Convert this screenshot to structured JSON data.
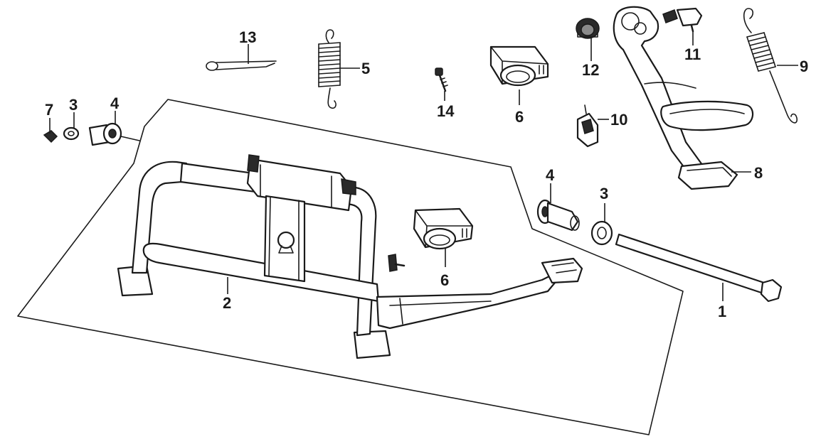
{
  "diagram": {
    "style": "exploded parts diagram",
    "colors": {
      "line": "#1a1a1a",
      "background": "#ffffff"
    },
    "callouts": [
      {
        "id": "c13",
        "label": "13"
      },
      {
        "id": "c5",
        "label": "5"
      },
      {
        "id": "c14",
        "label": "14"
      },
      {
        "id": "c6a",
        "label": "6"
      },
      {
        "id": "c12",
        "label": "12"
      },
      {
        "id": "c11",
        "label": "11"
      },
      {
        "id": "c9",
        "label": "9"
      },
      {
        "id": "c10",
        "label": "10"
      },
      {
        "id": "c8",
        "label": "8"
      },
      {
        "id": "c7",
        "label": "7"
      },
      {
        "id": "c3a",
        "label": "3"
      },
      {
        "id": "c4a",
        "label": "4"
      },
      {
        "id": "c4b",
        "label": "4"
      },
      {
        "id": "c3b",
        "label": "3"
      },
      {
        "id": "c2",
        "label": "2"
      },
      {
        "id": "c6b",
        "label": "6"
      },
      {
        "id": "c1",
        "label": "1"
      }
    ]
  }
}
